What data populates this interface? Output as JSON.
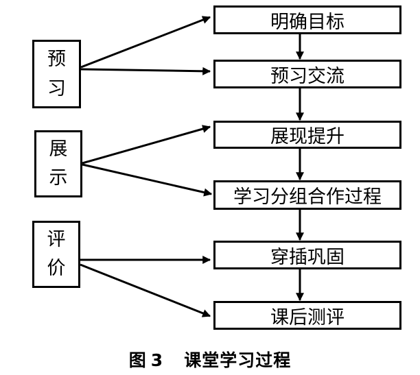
{
  "steps": [
    "明确目标",
    "预习交流",
    "展现提升",
    "学习分组合作过程",
    "穿插巩固",
    "课后测评"
  ],
  "groups": [
    {
      "char1": "预",
      "char2": "习"
    },
    {
      "char1": "展",
      "char2": "示"
    },
    {
      "char1": "评",
      "char2": "价"
    }
  ],
  "caption": {
    "prefix": "图",
    "number": "3",
    "title": "课堂学习过程"
  },
  "colors": {
    "stroke": "#000000",
    "background": "#ffffff"
  }
}
